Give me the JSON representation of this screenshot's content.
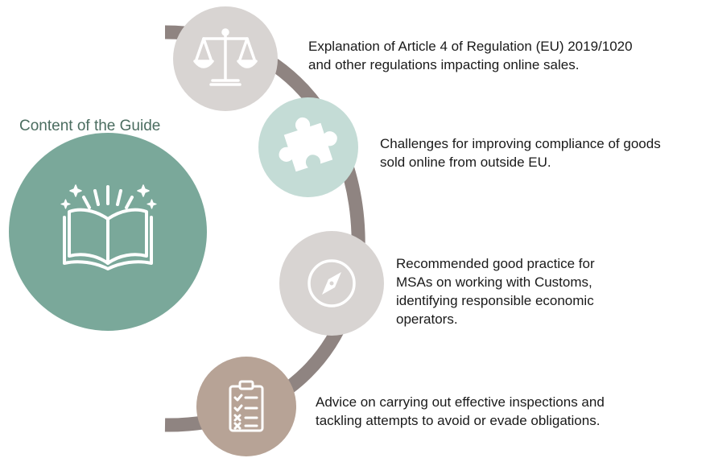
{
  "title": "Content of the Guide",
  "colors": {
    "big_circle": "#7aa89a",
    "arc": "#8f8481",
    "title": "#4b6d60",
    "circle_gray": "#d8d4d2",
    "circle_mint": "#c4dcd6",
    "circle_taupe": "#b7a396"
  },
  "items": [
    {
      "icon": "scales-icon",
      "lines": [
        "Explanation of Article 4 of Regulation (EU) 2019/1020",
        "and other regulations impacting online sales."
      ]
    },
    {
      "icon": "puzzle-icon",
      "lines": [
        "Challenges for improving compliance of goods",
        "sold online from outside EU."
      ]
    },
    {
      "icon": "compass-icon",
      "lines": [
        "Recommended good practice for",
        "MSAs on working with Customs,",
        "identifying responsible economic",
        "operators."
      ]
    },
    {
      "icon": "checklist-icon",
      "lines": [
        "Advice on carrying out effective inspections and",
        "tackling attempts to avoid or evade obligations."
      ]
    }
  ]
}
